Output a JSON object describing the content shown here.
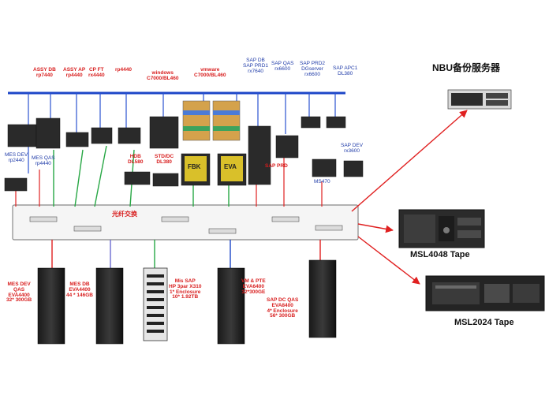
{
  "title": "NBU备份服务器",
  "tape1": "MSL4048 Tape",
  "tape2": "MSL2024 Tape",
  "core_label": "光纤交换",
  "servers_red": {
    "assy_db": "ASSY DB\nrp7440",
    "assy_ap": "ASSY AP\nrp4440",
    "cp_ft": "CP FT\nrx4440",
    "rp4440": "rp4440",
    "hdb": "HDB\nDL580",
    "std_dc": "STD/DC\nDL380",
    "mes_dev": "MES DEV\nrp2440",
    "mes_qas": "MES QAS\nrp4440",
    "sap_prd": "SAP PRD"
  },
  "servers_blue": {
    "windows": "windows\nC7000/BL460",
    "vmware": "vmware\nC7000/BL460",
    "sap_db": "SAP DB\nSAP PRD1\nrx7640",
    "sap_qas": "SAP QAS\nrx6600",
    "sap_prd2": "SAP PRD2\nDGserver\nrx6600",
    "sap_apc1": "SAP APC1\nDL380",
    "sap_dev": "SAP DEV\nrx3600",
    "ms470": "MS470",
    "fbk": "FBK",
    "eva": "EVA"
  },
  "storage": {
    "s1": "MES DEV\nQAS\nEVA4400\n32* 300GB",
    "s2": "MES DB\nEVA4400\n44 * 146GB",
    "s3": "Mis SAP\nHP 3par X310\n1* Enclosure\n10* 1.92TB",
    "s4": "VM & PTE\nEVA6400\n32*300GE",
    "s5": "SAP DC QAS\nEVA8400\n4* Enclosure\n56* 300GB"
  }
}
